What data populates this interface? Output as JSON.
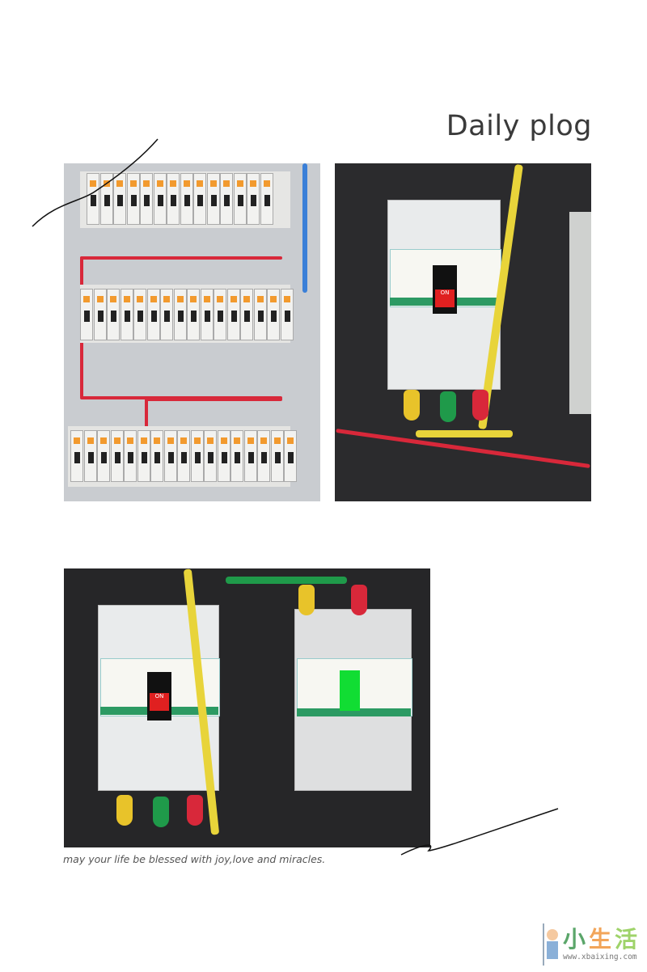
{
  "header": {
    "title": "Daily plog"
  },
  "photos": [
    {
      "subject": "distribution-panel-miniature-breakers"
    },
    {
      "subject": "molded-case-breaker-on",
      "switch_label": "ON"
    },
    {
      "subject": "two-molded-case-breakers",
      "switch_label": "ON"
    }
  ],
  "caption": "may your life be blessed with joy,love and miracles.",
  "watermark": {
    "chars": [
      "小",
      "生",
      "活"
    ],
    "url": "www.xbaixing.com"
  },
  "colors": {
    "wire_yellow": "#e8d43a",
    "wire_green": "#1f9a4a",
    "wire_red": "#d8283a",
    "breaker_label_green": "#2c9a63"
  }
}
